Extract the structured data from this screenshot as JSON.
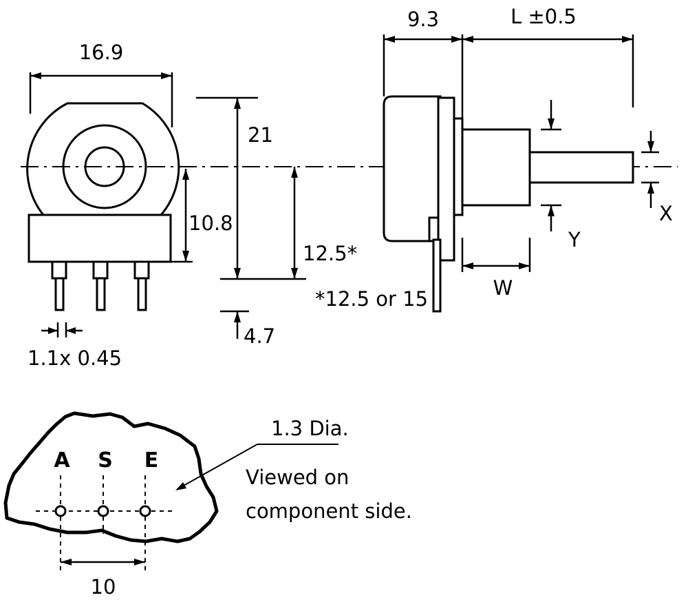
{
  "front_view": {
    "width_dim": "16.9",
    "center_to_base_dim": "10.8",
    "terminal_dim": "1.1x 0.45"
  },
  "height_dims": {
    "total": "21",
    "center_height": "12.5*",
    "terminal_length": "4.7",
    "footnote": "*12.5 or 15"
  },
  "side_view": {
    "body_depth": "9.3",
    "shaft_length": "L ±0.5",
    "bushing_label": "W",
    "bushing_diameter_label": "Y",
    "shaft_diameter_label": "X"
  },
  "pcb_layout": {
    "hole_labels": [
      "A",
      "S",
      "E"
    ],
    "hole_spacing": "10",
    "hole_diameter": "1.3 Dia.",
    "note_line1": "Viewed on",
    "note_line2": "component side."
  }
}
